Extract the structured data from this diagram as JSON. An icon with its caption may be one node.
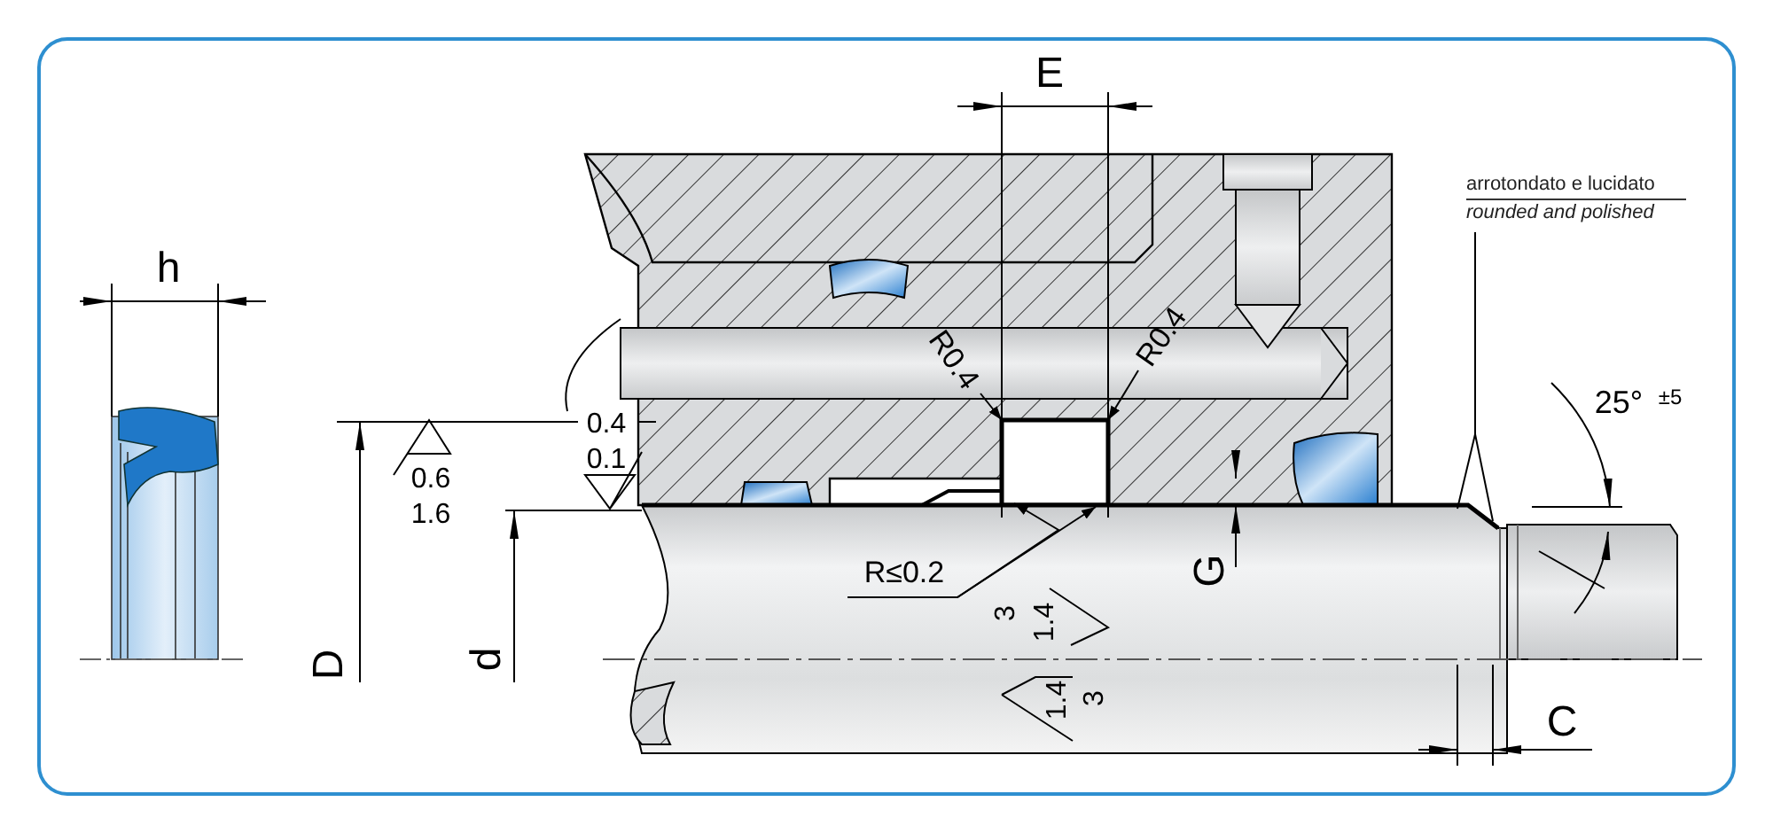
{
  "diagram": {
    "nodes": [
      {
        "text": [
          "R0.4"
        ]
      },
      {
        "text": [
          "R0.4"
        ]
      },
      {
        "text": [
          "R≤0.2"
        ]
      },
      {
        "text": [
          "arrotondato e lucidato",
          "rounded and polished"
        ]
      }
    ],
    "edges": [
      {
        "from": 0,
        "to": null,
        "arrow": "to"
      },
      {
        "from": 1,
        "to": null,
        "arrow": "to"
      },
      {
        "from": 2,
        "to": null,
        "arrow": "to"
      },
      {
        "from": 2,
        "to": null,
        "arrow": "to"
      },
      {
        "from": 3,
        "to": null,
        "arrow": "none"
      },
      {
        "from": 3,
        "to": null,
        "arrow": "none"
      }
    ],
    "labels": [
      "E",
      "h",
      "25°",
      "±5",
      "0.4",
      "0.1",
      "0.6",
      "1.6",
      "G",
      "3",
      "1.4",
      "D",
      "d",
      "1.4",
      "3",
      "C"
    ]
  }
}
